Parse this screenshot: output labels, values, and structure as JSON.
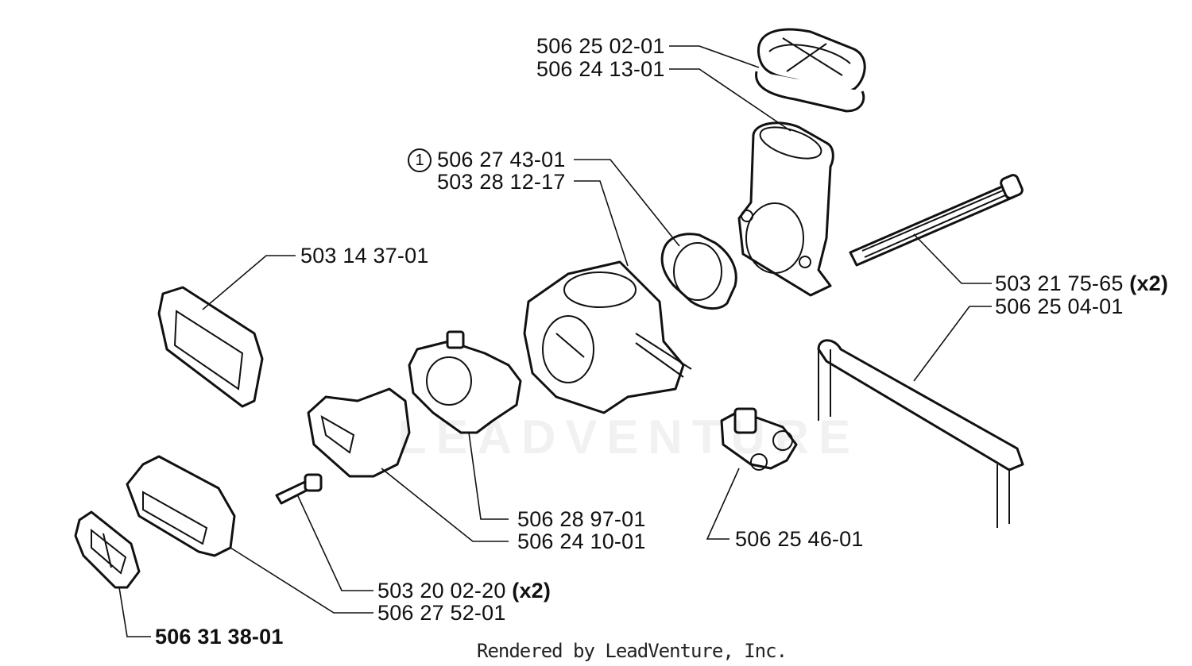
{
  "footer": "Rendered by LeadVenture, Inc.",
  "watermark": "LEADVENTURE",
  "callout_number": "1",
  "labels": {
    "p1": {
      "part": "506 25 02-01",
      "qty": ""
    },
    "p2": {
      "part": "506 24 13-01",
      "qty": ""
    },
    "p3": {
      "part": "506 27 43-01",
      "qty": ""
    },
    "p4": {
      "part": "503 28 12-17",
      "qty": ""
    },
    "p5": {
      "part": "503 14 37-01",
      "qty": ""
    },
    "p6": {
      "part": "503 21 75-65",
      "qty": "(x2)"
    },
    "p7": {
      "part": "506 25 04-01",
      "qty": ""
    },
    "p8": {
      "part": "506 28 97-01",
      "qty": ""
    },
    "p9": {
      "part": "506 24 10-01",
      "qty": ""
    },
    "p10": {
      "part": "506 25 46-01",
      "qty": ""
    },
    "p11": {
      "part": "503 20 02-20",
      "qty": "(x2)"
    },
    "p12": {
      "part": "506 27 52-01",
      "qty": ""
    },
    "p13": {
      "part": "506 31 38-01",
      "qty": ""
    }
  }
}
